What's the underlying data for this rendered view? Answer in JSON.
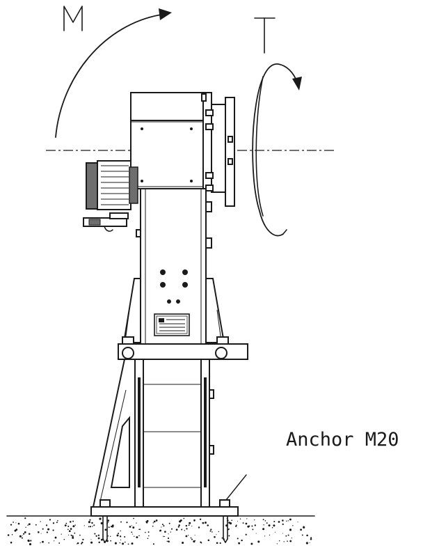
{
  "labels": {
    "moment_symbol": "M",
    "torque_symbol": "T",
    "anchor": "Anchor M20"
  },
  "colors": {
    "line": "#1a1a1a",
    "background": "#ffffff",
    "motor_fill": "#6e6e6e"
  },
  "icons": {
    "moment": "curved-arrow-icon",
    "torque": "rotation-arrow-icon"
  }
}
